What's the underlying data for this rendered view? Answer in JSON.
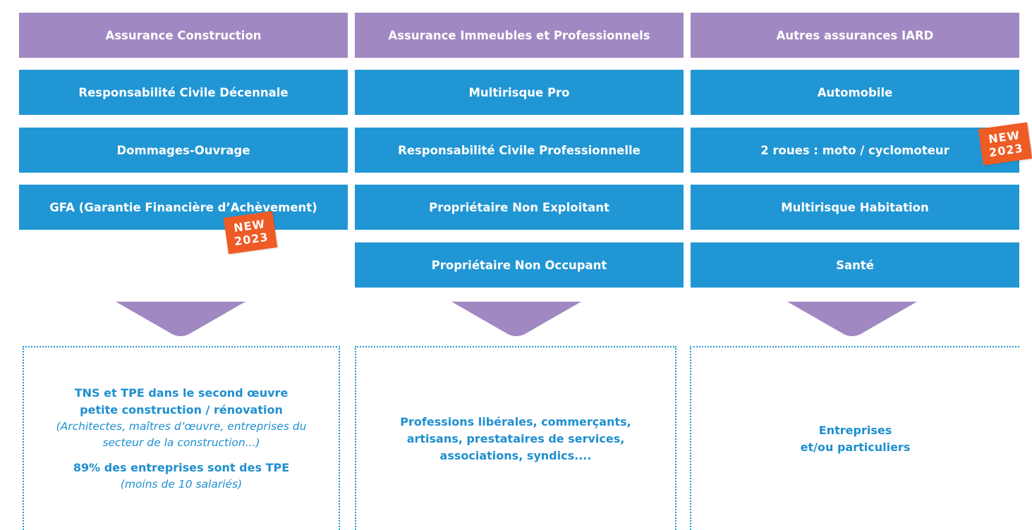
{
  "columns": [
    {
      "header": "Assurance Construction",
      "items": [
        "Responsabilité Civile Décennale",
        "Dommages-Ouvrage",
        "GFA (Garantie Financière d’Achèvement)"
      ],
      "audience": {
        "title_line1": "TNS et TPE dans le second œuvre",
        "title_line2": "petite construction / rénovation",
        "note_line1": "(Architectes, maîtres d’œuvre, entreprises du",
        "note_line2": "secteur de la construction...)",
        "stat": "89% des entreprises sont des TPE",
        "stat_note": "(moins de 10 salariés)"
      }
    },
    {
      "header": "Assurance Immeubles et Professionnels",
      "items": [
        "Multirisque Pro",
        "Responsabilité Civile Professionnelle",
        "Propriétaire Non Exploitant",
        "Propriétaire Non Occupant"
      ],
      "audience": {
        "line1": "Professions libérales, commerçants,",
        "line2": "artisans, prestataires de services,",
        "line3": "associations, syndics...."
      }
    },
    {
      "header": "Autres assurances IARD",
      "items": [
        "Automobile",
        "2 roues : moto / cyclomoteur",
        "Multirisque Habitation",
        "Santé"
      ],
      "audience": {
        "line1": "Entreprises",
        "line2": "et/ou particuliers"
      }
    }
  ],
  "badges": {
    "gfa": {
      "line1": "NEW",
      "line2": "2023"
    },
    "moto": {
      "line1": "NEW",
      "line2": "2023"
    }
  },
  "colors": {
    "header": "#a088c2",
    "item": "#2196d4",
    "badge": "#ef5b25",
    "audience_text": "#1e8fcf"
  }
}
